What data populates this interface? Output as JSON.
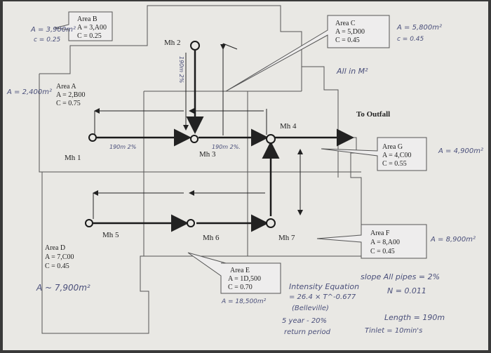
{
  "areas": {
    "b": {
      "title": "Area B",
      "a": "A = 3,A00",
      "c": "C = 0.25"
    },
    "c": {
      "title": "Area C",
      "a": "A = 5,D00",
      "c": "C = 0.45"
    },
    "a": {
      "title": "Area A",
      "a": "A = 2,B00",
      "c": "C = 0.75"
    },
    "g": {
      "title": "Area G",
      "a": "A = 4,C00",
      "c": "C = 0.55"
    },
    "f": {
      "title": "Area F",
      "a": "A = 8,A00",
      "c": "C = 0.45"
    },
    "d": {
      "title": "Area D",
      "a": "A = 7,C00",
      "c": "C = 0.45"
    },
    "e": {
      "title": "Area E",
      "a": "A = 1D,500",
      "c": "C = 0.70"
    }
  },
  "manholes": {
    "mh1": "Mh 1",
    "mh2": "Mh 2",
    "mh3": "Mh 3",
    "mh4": "Mh 4",
    "mh5": "Mh 5",
    "mh6": "Mh 6",
    "mh7": "Mh 7"
  },
  "outfall": "To Outfall",
  "handwritten": {
    "b_area": "A = 3,900m²",
    "b_c": "c = 0.25",
    "c_area": "A = 5,800m²",
    "c_c": "c = 0.45",
    "units": "All in M²",
    "a_area": "A = 2,400m²",
    "g_area": "A = 4,900m²",
    "f_area": "A = 8,900m²",
    "d_area": "A ~ 7,900m²",
    "e_area": "A = 18,500m²",
    "pipe_mh1_mh3": "190m 2%",
    "pipe_mh3_mh4": "190m 2%.",
    "pipe_mh2_mh3": "190m 2%",
    "intensity_1": "Intensity Equation",
    "intensity_2": "= 26.4 × T^-0.677",
    "intensity_3": "(Belleville)",
    "intensity_4": "5 year - 20%",
    "intensity_5": "return period",
    "slope": "slope  All pipes = 2%",
    "n_value": "N = 0.011",
    "length": "Length = 190m",
    "tinlet": "Tinlet = 10min's"
  }
}
